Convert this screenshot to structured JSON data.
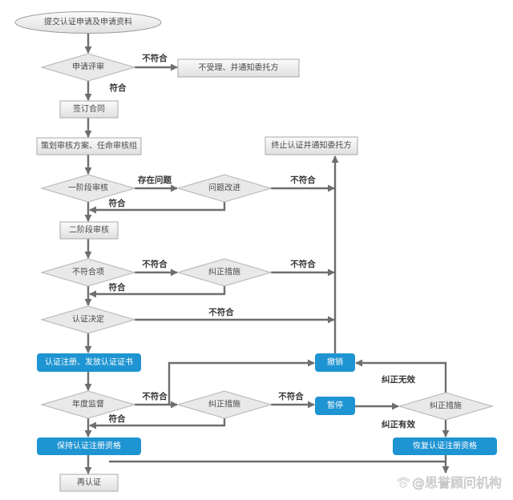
{
  "colors": {
    "accent_blue": "#1e94d2",
    "connector": "#6e6e6e",
    "decision_fill": "#e9e9e9",
    "process_border": "#a9a9a9"
  },
  "nodes": {
    "submit_application": "提交认证申请及申请资料",
    "application_review": "申请评审",
    "reject_notify": "不受理、并通知委托方",
    "sign_contract": "签订合同",
    "plan_audit": "策划审核方案、任命审核组",
    "terminate_notify": "终止认证并通知委托方",
    "stage1_audit": "一阶段审核",
    "problem_improvement": "问题改进",
    "stage2_audit": "二阶段审核",
    "nonconformity": "不符合项",
    "corrective_action_1": "纠正措施",
    "certification_decision": "认证决定",
    "register_issue_cert": "认证注册、发放认证证书",
    "revoke": "撤销",
    "annual_surveillance": "年度监督",
    "corrective_action_2": "纠正措施",
    "suspend": "暂停",
    "corrective_action_3": "纠正措施",
    "maintain_registration": "保持认证注册资格",
    "restore_registration": "恢复认证注册资格",
    "recertification": "再认证"
  },
  "edges": [
    {
      "from": "submit_application",
      "to": "application_review",
      "label": ""
    },
    {
      "from": "application_review",
      "to": "reject_notify",
      "label": "不符合"
    },
    {
      "from": "application_review",
      "to": "sign_contract",
      "label": "符合"
    },
    {
      "from": "sign_contract",
      "to": "plan_audit",
      "label": ""
    },
    {
      "from": "plan_audit",
      "to": "stage1_audit",
      "label": ""
    },
    {
      "from": "stage1_audit",
      "to": "problem_improvement",
      "label": "存在问题"
    },
    {
      "from": "problem_improvement",
      "to": "terminate_notify",
      "label": "不符合"
    },
    {
      "from": "problem_improvement",
      "to": "stage2_audit",
      "label": "符合"
    },
    {
      "from": "stage1_audit",
      "to": "stage2_audit",
      "label": ""
    },
    {
      "from": "stage2_audit",
      "to": "nonconformity",
      "label": ""
    },
    {
      "from": "nonconformity",
      "to": "corrective_action_1",
      "label": "不符合"
    },
    {
      "from": "corrective_action_1",
      "to": "terminate_notify",
      "label": "不符合"
    },
    {
      "from": "corrective_action_1",
      "to": "certification_decision",
      "label": "符合"
    },
    {
      "from": "nonconformity",
      "to": "certification_decision",
      "label": ""
    },
    {
      "from": "certification_decision",
      "to": "terminate_notify",
      "label": "不符合"
    },
    {
      "from": "certification_decision",
      "to": "register_issue_cert",
      "label": ""
    },
    {
      "from": "revoke",
      "to": "terminate_notify",
      "label": ""
    },
    {
      "from": "register_issue_cert",
      "to": "annual_surveillance",
      "label": ""
    },
    {
      "from": "annual_surveillance",
      "to": "corrective_action_2",
      "label": "不符合"
    },
    {
      "from": "annual_surveillance",
      "to": "revoke",
      "label": ""
    },
    {
      "from": "corrective_action_2",
      "to": "suspend",
      "label": "不符合"
    },
    {
      "from": "corrective_action_2",
      "to": "maintain_registration",
      "label": "符合"
    },
    {
      "from": "annual_surveillance",
      "to": "maintain_registration",
      "label": ""
    },
    {
      "from": "suspend",
      "to": "corrective_action_3",
      "label": ""
    },
    {
      "from": "corrective_action_3",
      "to": "revoke",
      "label": "纠正无效"
    },
    {
      "from": "corrective_action_3",
      "to": "restore_registration",
      "label": "纠正有效"
    },
    {
      "from": "restore_registration",
      "to": "recertification",
      "label": ""
    },
    {
      "from": "maintain_registration",
      "to": "recertification",
      "label": ""
    }
  ],
  "watermark": {
    "icon": "paw-icon",
    "text": "@思誉顾问机构"
  }
}
